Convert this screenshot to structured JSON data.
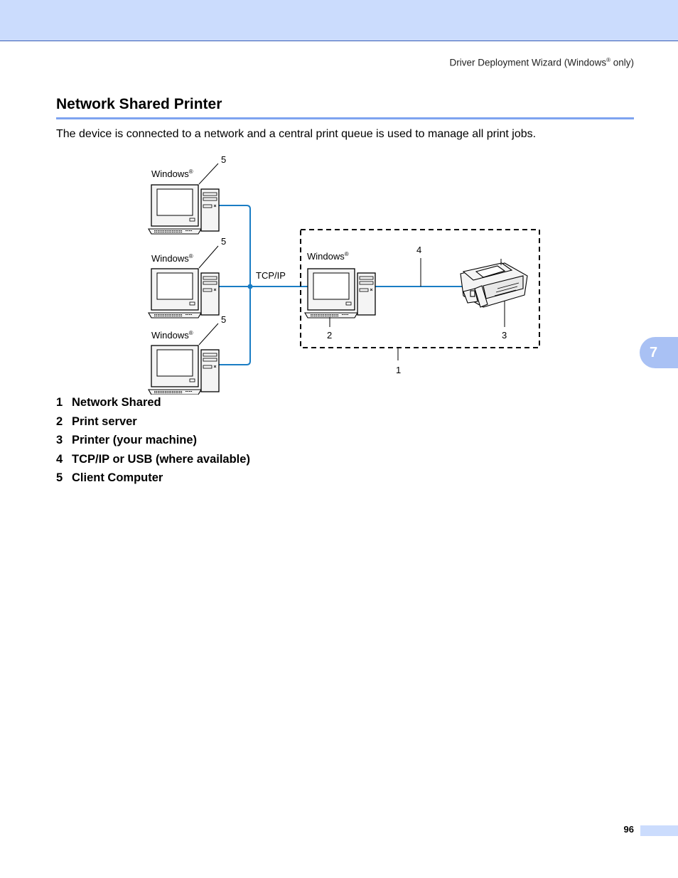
{
  "header": {
    "running_title": "Driver Deployment Wizard (Windows",
    "running_title_mark": "®",
    "running_title_suffix": " only)"
  },
  "section": {
    "title": "Network Shared Printer",
    "intro": "The device is connected to a network and a central print queue is used to manage all print jobs."
  },
  "diagram": {
    "client_label": "Windows",
    "server_label": "Windows",
    "registered_mark": "®",
    "network_label": "TCP/IP",
    "callout_client_1": "5",
    "callout_client_2": "5",
    "callout_client_3": "5",
    "callout_network_shared": "1",
    "callout_print_server": "2",
    "callout_printer": "3",
    "callout_connection": "4",
    "network_line_color": "#1a7dc4"
  },
  "legend": [
    {
      "num": "1",
      "label": "Network Shared"
    },
    {
      "num": "2",
      "label": "Print server"
    },
    {
      "num": "3",
      "label": "Printer (your machine)"
    },
    {
      "num": "4",
      "label": "TCP/IP or USB (where available)"
    },
    {
      "num": "5",
      "label": "Client Computer"
    }
  ],
  "chapter_tab": "7",
  "page_number": "96"
}
